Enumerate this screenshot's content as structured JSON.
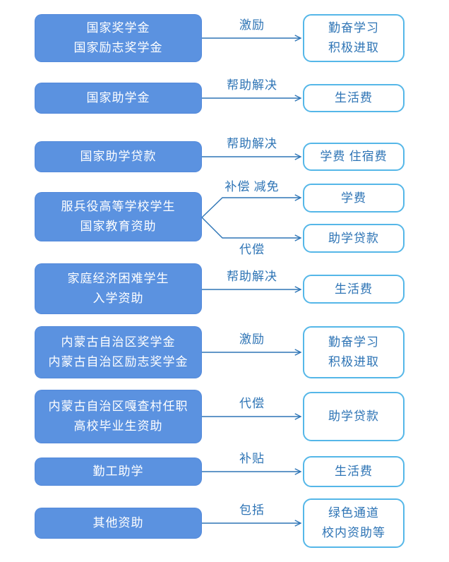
{
  "diagram": {
    "rows": [
      {
        "source": [
          "国家奖学金",
          "国家励志奖学金"
        ],
        "relations": [
          "激励"
        ],
        "targets": [
          [
            "勤奋学习",
            "积极进取"
          ]
        ]
      },
      {
        "source": [
          "国家助学金"
        ],
        "relations": [
          "帮助解决"
        ],
        "targets": [
          [
            "生活费"
          ]
        ]
      },
      {
        "source": [
          "国家助学贷款"
        ],
        "relations": [
          "帮助解决"
        ],
        "targets": [
          [
            "学费 住宿费"
          ]
        ]
      },
      {
        "source": [
          "服兵役高等学校学生",
          "国家教育资助"
        ],
        "relations": [
          "补偿 减免",
          "代偿"
        ],
        "targets": [
          [
            "学费"
          ],
          [
            "助学贷款"
          ]
        ]
      },
      {
        "source": [
          "家庭经济困难学生",
          "入学资助"
        ],
        "relations": [
          "帮助解决"
        ],
        "targets": [
          [
            "生活费"
          ]
        ]
      },
      {
        "source": [
          "内蒙古自治区奖学金",
          "内蒙古自治区励志奖学金"
        ],
        "relations": [
          "激励"
        ],
        "targets": [
          [
            "勤奋学习",
            "积极进取"
          ]
        ]
      },
      {
        "source": [
          "内蒙古自治区嘎查村任职",
          "高校毕业生资助"
        ],
        "relations": [
          "代偿"
        ],
        "targets": [
          [
            "助学贷款"
          ]
        ]
      },
      {
        "source": [
          "勤工助学"
        ],
        "relations": [
          "补贴"
        ],
        "targets": [
          [
            "生活费"
          ]
        ]
      },
      {
        "source": [
          "其他资助"
        ],
        "relations": [
          "包括"
        ],
        "targets": [
          [
            "绿色通道",
            "校内资助等"
          ]
        ]
      }
    ]
  },
  "colors": {
    "source_fill": "#5B92E0",
    "source_text": "#FFFFFF",
    "target_border": "#55B7E8",
    "target_text": "#2E74B5",
    "arrow_color": "#2E75B6",
    "label_text": "#2E74B5",
    "canvas_bg": "#FFFFFF"
  }
}
